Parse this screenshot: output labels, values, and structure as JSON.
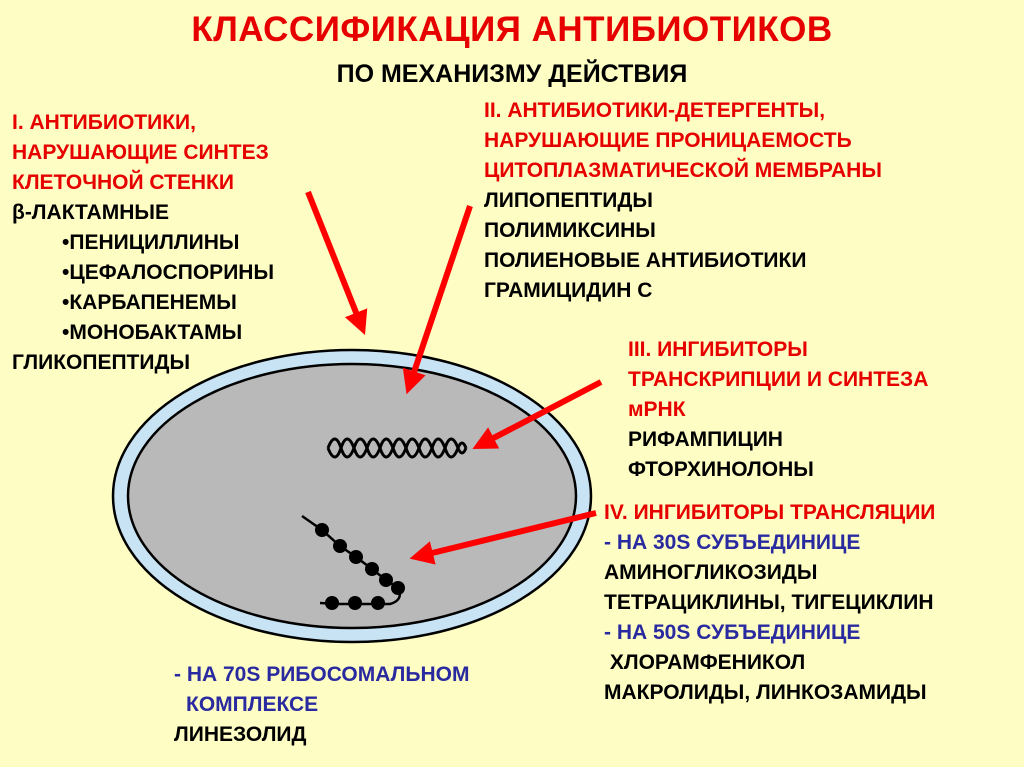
{
  "title": "КЛАССИФИКАЦИЯ АНТИБИОТИКОВ",
  "subtitle": "ПО МЕХАНИЗМУ ДЕЙСТВИЯ",
  "group1": {
    "header": [
      "I. АНТИБИОТИКИ,",
      "НАРУШАЮЩИЕ СИНТЕЗ",
      "КЛЕТОЧНОЙ СТЕНКИ"
    ],
    "items": [
      "β-ЛАКТАМНЫЕ",
      "•ПЕНИЦИЛЛИНЫ",
      "•ЦЕФАЛОСПОРИНЫ",
      "•КАРБАПЕНЕМЫ",
      "•МОНОБАКТАМЫ",
      "ГЛИКОПЕПТИДЫ"
    ]
  },
  "group2": {
    "header": [
      "II. АНТИБИОТИКИ-ДЕТЕРГЕНТЫ,",
      "НАРУШАЮЩИЕ ПРОНИЦАЕМОСТЬ",
      "ЦИТОПЛАЗМАТИЧЕСКОЙ МЕМБРАНЫ"
    ],
    "items": [
      "ЛИПОПЕПТИДЫ",
      "ПОЛИМИКСИНЫ",
      "ПОЛИЕНОВЫЕ АНТИБИОТИКИ",
      "ГРАМИЦИДИН С"
    ]
  },
  "group3": {
    "header": [
      "III. ИНГИБИТОРЫ",
      "ТРАНСКРИПЦИИ И СИНТЕЗА",
      "мРНК"
    ],
    "items": [
      "РИФАМПИЦИН",
      "ФТОРХИНОЛОНЫ"
    ]
  },
  "group4": {
    "header": "IV. ИНГИБИТОРЫ ТРАНСЛЯЦИИ",
    "sub30": "- НА 30S СУБЪЕДИНИЦЕ",
    "items30": [
      "АМИНОГЛИКОЗИДЫ",
      "ТЕТРАЦИКЛИНЫ, ТИГЕЦИКЛИН"
    ],
    "sub50": "- НА 50S СУБЪЕДИНИЦЕ",
    "items50": [
      " ХЛОРАМФЕНИКОЛ",
      "МАКРОЛИДЫ, ЛИНКОЗАМИДЫ"
    ]
  },
  "group5": {
    "sub": [
      "- НА 70S РИБОСОМАЛЬНОМ",
      "КОМПЛЕКСЕ"
    ],
    "items": [
      "ЛИНЕЗОЛИД"
    ]
  },
  "colors": {
    "background": "#fdfdc4",
    "header_red": "#e60000",
    "subgroup_blue": "#2a2aa0",
    "cell_wall": "#c8e4f4",
    "cytoplasm": "#b9b9b9",
    "arrow": "#ff0000"
  }
}
